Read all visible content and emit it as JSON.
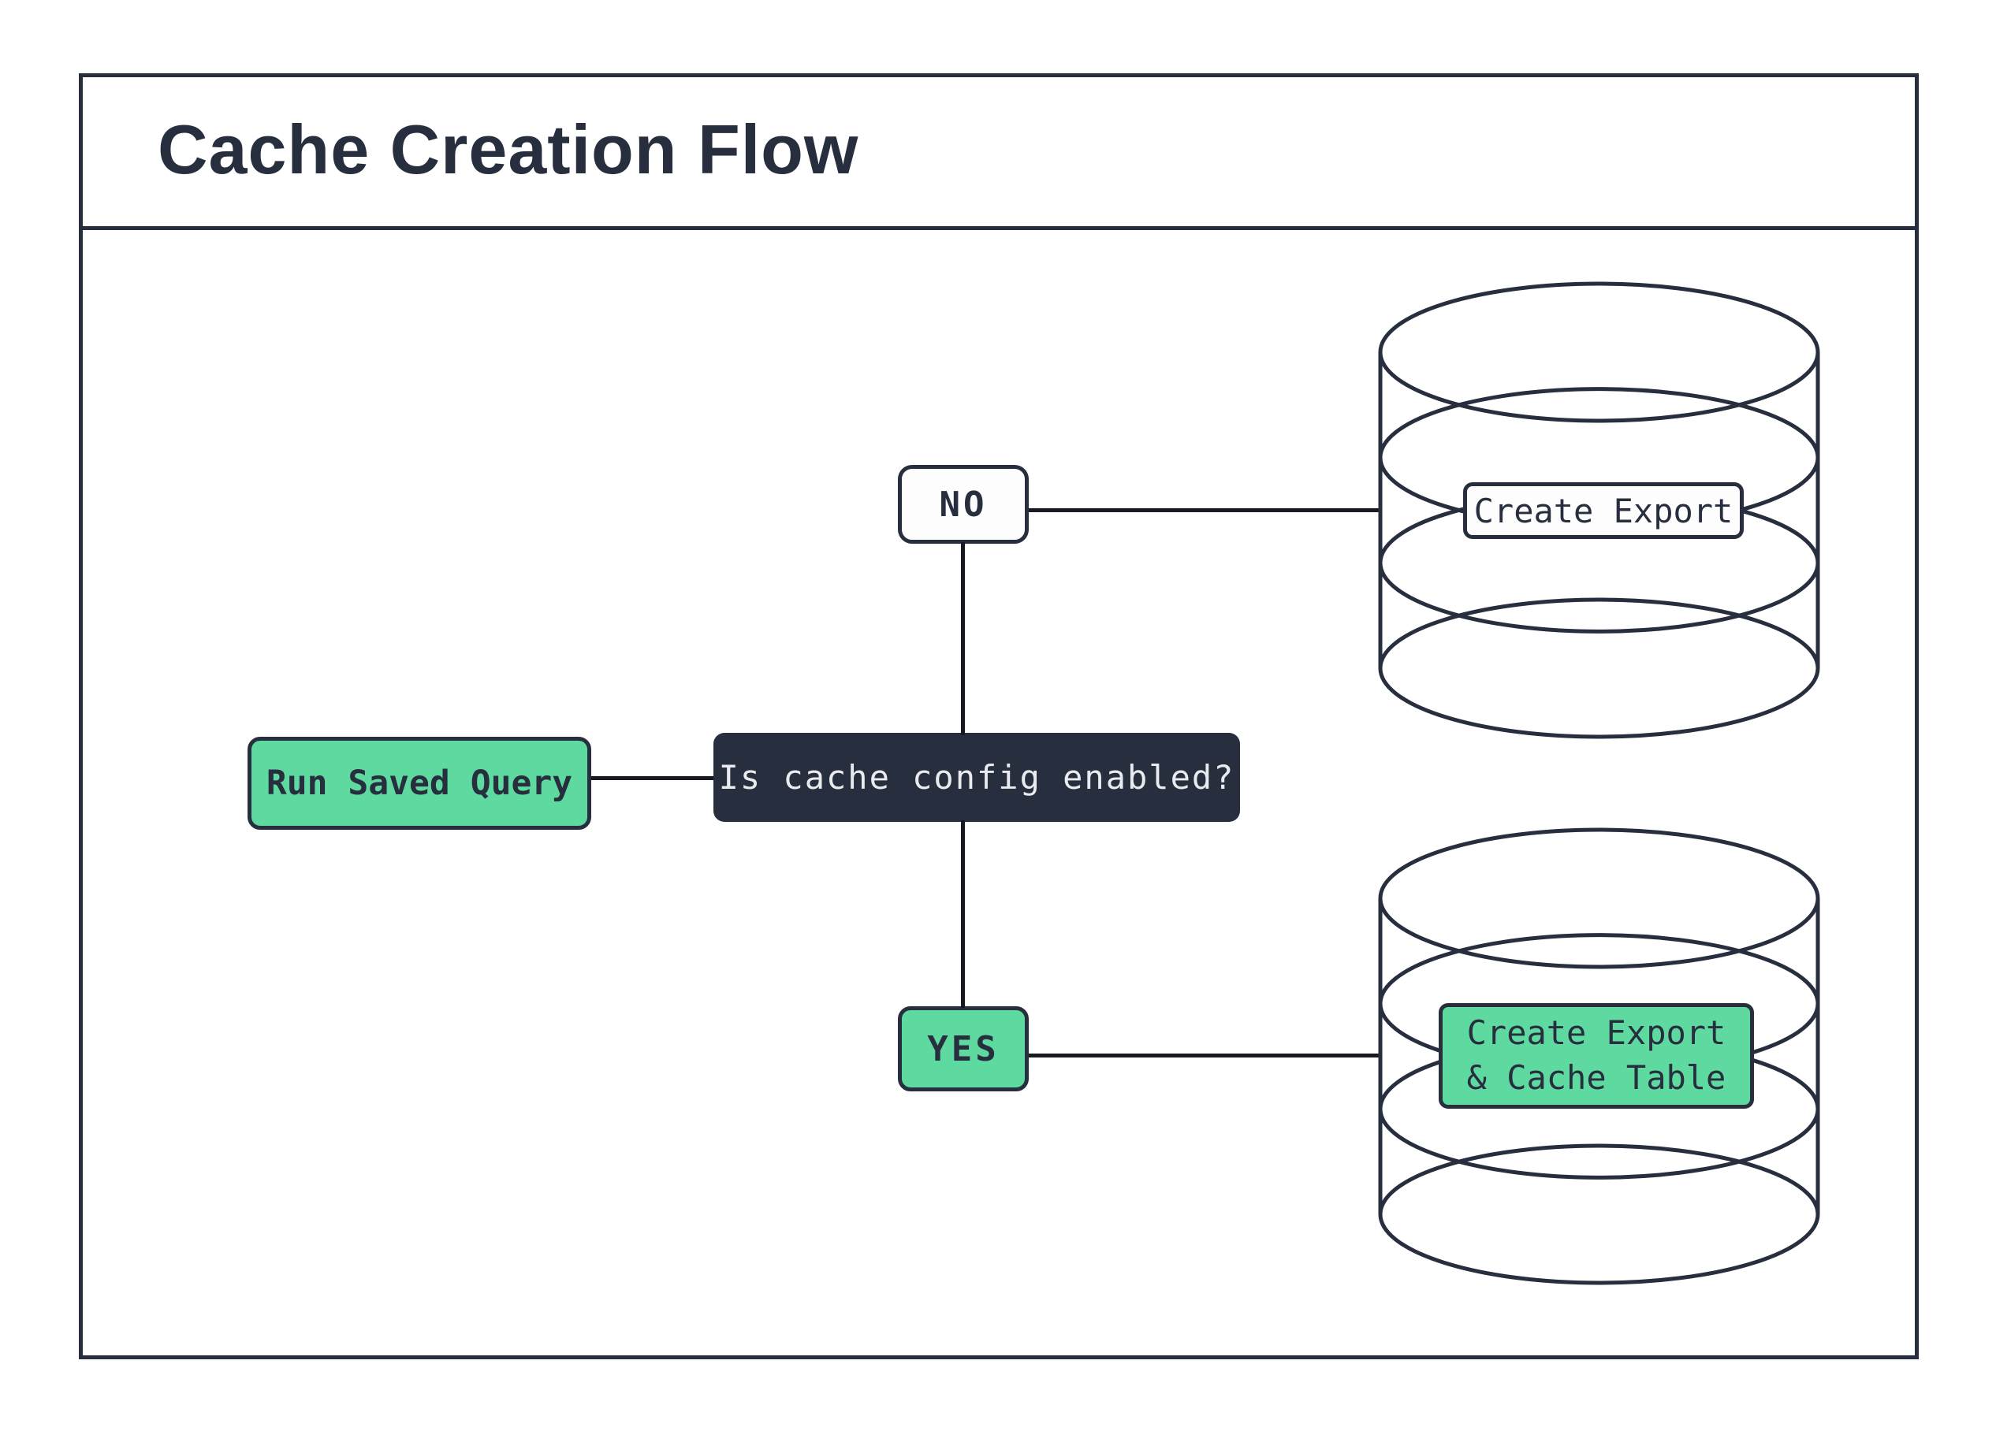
{
  "page": {
    "title": "Cache Creation Flow"
  },
  "colors": {
    "accent_green": "#5ed9a0",
    "dark_navy": "#272e3e",
    "light_text": "#e9ebee",
    "connector_line": "#171a23",
    "background": "#ffffff"
  },
  "flow": {
    "start": {
      "label": "Run Saved Query"
    },
    "decision": {
      "label": "Is cache config enabled?"
    },
    "no_branch": {
      "label": "NO",
      "result": {
        "label": "Create Export"
      }
    },
    "yes_branch": {
      "label": "YES",
      "result": {
        "line1": "Create Export",
        "line2": "& Cache Table"
      }
    }
  }
}
